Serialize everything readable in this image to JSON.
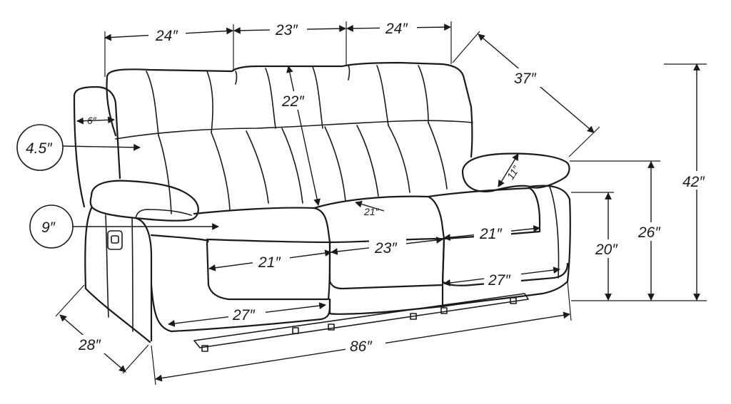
{
  "dimensions": {
    "back_left_width": "24″",
    "back_center_width": "23″",
    "back_right_width": "24″",
    "depth_reclined": "37″",
    "back_height": "22″",
    "arm_width": "6″",
    "cushion_thickness": "4.5″",
    "arm_height_above_seat": "9″",
    "headrest": "11″",
    "seat_gap": "21″",
    "total_height": "42″",
    "arm_height": "26″",
    "seat_height": "20″",
    "seat_left_width": "21″",
    "seat_center_width": "23″",
    "seat_right_width": "21″",
    "seat_left_depth": "27″",
    "seat_right_depth": "27″",
    "total_width": "86″",
    "depth": "28″"
  }
}
